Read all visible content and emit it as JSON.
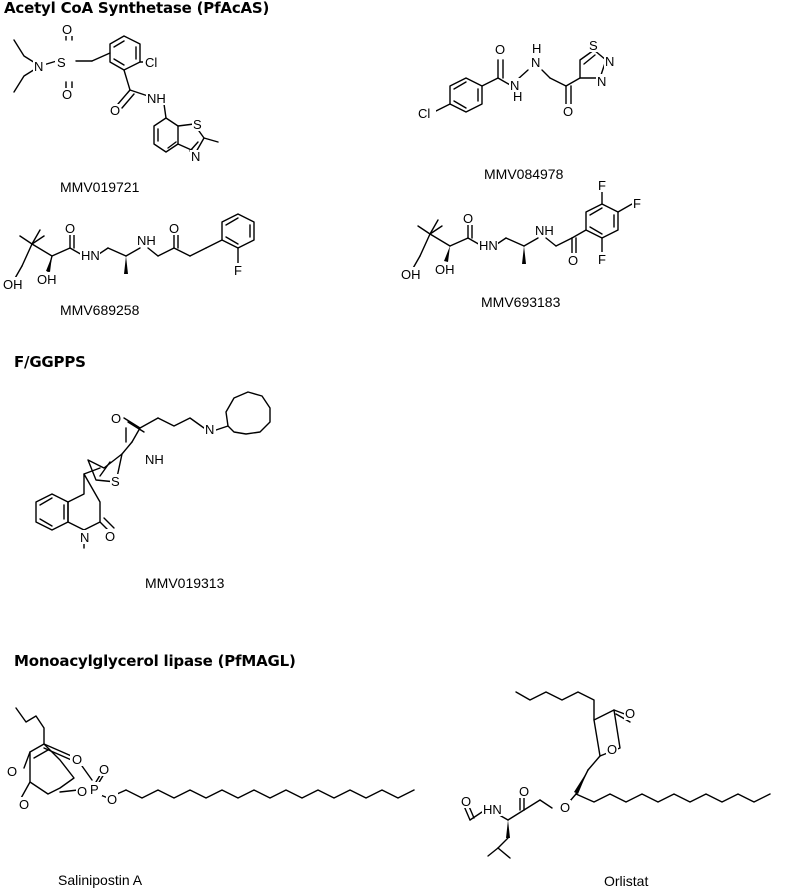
{
  "sections": {
    "pfacas": "Acetyl CoA Synthetase (PfAcAS)",
    "ggpps": "F/GGPPS",
    "pfmagl": "Monoacylglycerol lipase (PfMAGL)"
  },
  "compounds": {
    "c1": "MMV019721",
    "c2": "MMV084978",
    "c3": "MMV689258",
    "c4": "MMV693183",
    "c5": "MMV019313",
    "c6": "Salinipostin A",
    "c7": "Orlistat"
  },
  "atoms": {
    "N": "N",
    "S": "S",
    "O": "O",
    "Cl": "Cl",
    "F": "F",
    "P": "P",
    "NH": "NH",
    "OH": "OH",
    "HN": "HN",
    "H": "H"
  }
}
